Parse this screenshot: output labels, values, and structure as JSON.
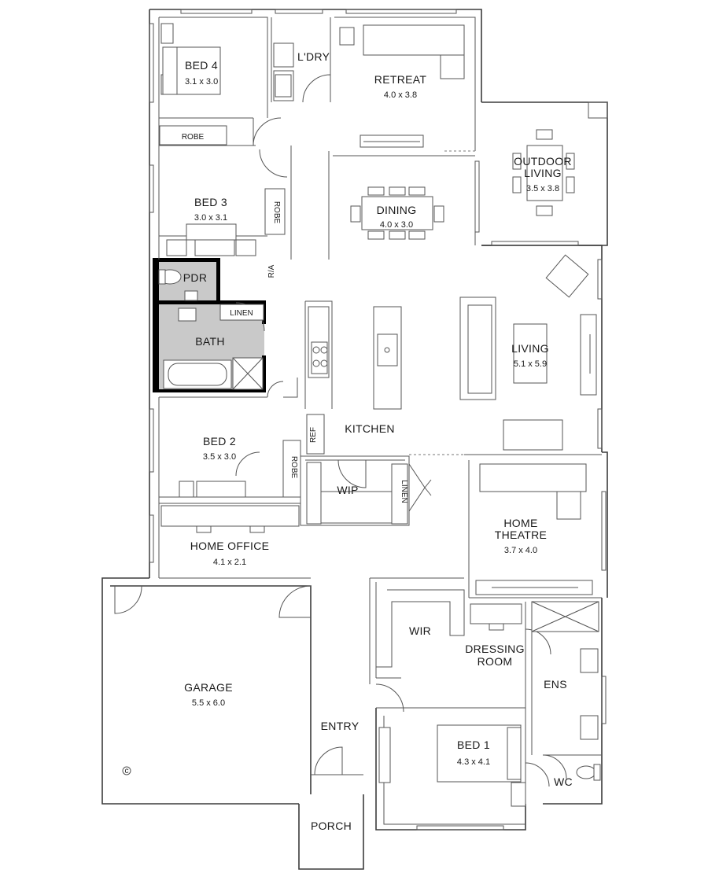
{
  "rooms": {
    "bed4": {
      "name": "BED 4",
      "size": "3.1 x 3.0"
    },
    "laundry": {
      "name": "L'DRY"
    },
    "retreat": {
      "name": "RETREAT",
      "size": "4.0 x 3.8"
    },
    "outdoor": {
      "name1": "OUTDOOR",
      "name2": "LIVING",
      "size": "3.5 x 3.8"
    },
    "bed3": {
      "name": "BED 3",
      "size": "3.0 x 3.1"
    },
    "dining": {
      "name": "DINING",
      "size": "4.0 x 3.0"
    },
    "pdr": {
      "name": "PDR"
    },
    "linen1": {
      "name": "LINEN"
    },
    "bath": {
      "name": "BATH"
    },
    "living": {
      "name": "LIVING",
      "size": "5.1 x 5.9"
    },
    "kitchen": {
      "name": "KITCHEN"
    },
    "ref": {
      "name": "REF"
    },
    "bed2": {
      "name": "BED 2",
      "size": "3.5 x 3.0"
    },
    "robe_bed2": {
      "name": "ROBE"
    },
    "wip": {
      "name": "WIP"
    },
    "linen2": {
      "name": "LINEN"
    },
    "theatre": {
      "name1": "HOME",
      "name2": "THEATRE",
      "size": "3.7 x 4.0"
    },
    "office": {
      "name": "HOME OFFICE",
      "size": "4.1 x 2.1"
    },
    "wir": {
      "name": "WIR"
    },
    "dressing": {
      "name1": "DRESSING",
      "name2": "ROOM"
    },
    "ens": {
      "name": "ENS"
    },
    "garage": {
      "name": "GARAGE",
      "size": "5.5 x 6.0"
    },
    "entry": {
      "name": "ENTRY"
    },
    "bed1": {
      "name": "BED 1",
      "size": "4.3 x 4.1"
    },
    "wc": {
      "name": "WC"
    },
    "porch": {
      "name": "PORCH"
    },
    "robe_bed4": {
      "name": "ROBE"
    },
    "robe_bed3": {
      "name": "ROBE"
    },
    "ra": {
      "name": "R/A"
    }
  },
  "symbols": {
    "garage_marker": "c"
  }
}
